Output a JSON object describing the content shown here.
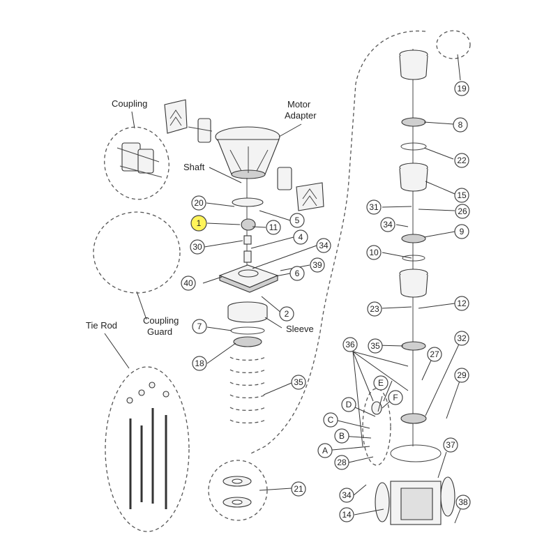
{
  "labels": {
    "coupling": "Coupling",
    "motor_adapter_1": "Motor",
    "motor_adapter_2": "Adapter",
    "shaft": "Shaft",
    "coupling_guard_1": "Coupling",
    "coupling_guard_2": "Guard",
    "tie_rod": "Tie Rod",
    "sleeve": "Sleeve"
  },
  "callouts": [
    {
      "id": "19",
      "highlight": false
    },
    {
      "id": "8",
      "highlight": false
    },
    {
      "id": "22",
      "highlight": false
    },
    {
      "id": "15",
      "highlight": false
    },
    {
      "id": "31",
      "highlight": false
    },
    {
      "id": "26",
      "highlight": false
    },
    {
      "id": "34",
      "highlight": false
    },
    {
      "id": "9",
      "highlight": false
    },
    {
      "id": "10",
      "highlight": false
    },
    {
      "id": "23",
      "highlight": false
    },
    {
      "id": "12",
      "highlight": false
    },
    {
      "id": "36",
      "highlight": false
    },
    {
      "id": "35",
      "highlight": false
    },
    {
      "id": "32",
      "highlight": false
    },
    {
      "id": "27",
      "highlight": false
    },
    {
      "id": "E",
      "highlight": false
    },
    {
      "id": "D",
      "highlight": false
    },
    {
      "id": "F",
      "highlight": false
    },
    {
      "id": "29",
      "highlight": false
    },
    {
      "id": "C",
      "highlight": false
    },
    {
      "id": "B",
      "highlight": false
    },
    {
      "id": "A",
      "highlight": false
    },
    {
      "id": "37",
      "highlight": false
    },
    {
      "id": "28",
      "highlight": false
    },
    {
      "id": "34",
      "highlight": false
    },
    {
      "id": "38",
      "highlight": false
    },
    {
      "id": "14",
      "highlight": false
    },
    {
      "id": "20",
      "highlight": false
    },
    {
      "id": "5",
      "highlight": false
    },
    {
      "id": "1",
      "highlight": true
    },
    {
      "id": "11",
      "highlight": false
    },
    {
      "id": "4",
      "highlight": false
    },
    {
      "id": "30",
      "highlight": false
    },
    {
      "id": "34",
      "highlight": false
    },
    {
      "id": "39",
      "highlight": false
    },
    {
      "id": "40",
      "highlight": false
    },
    {
      "id": "6",
      "highlight": false
    },
    {
      "id": "2",
      "highlight": false
    },
    {
      "id": "7",
      "highlight": false
    },
    {
      "id": "18",
      "highlight": false
    },
    {
      "id": "35",
      "highlight": false
    },
    {
      "id": "21",
      "highlight": false
    }
  ]
}
